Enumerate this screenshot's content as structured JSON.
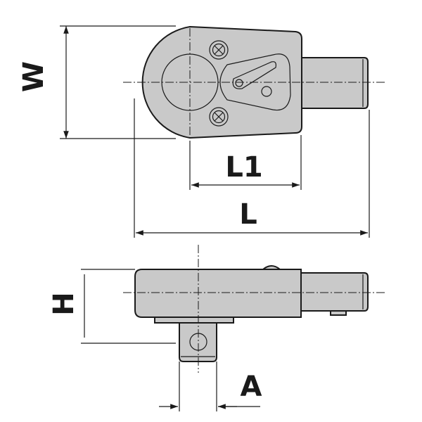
{
  "dimensions": {
    "width_label": "W",
    "length_label": "L",
    "length1_label": "L1",
    "height_label": "H",
    "square_label": "A"
  },
  "colors": {
    "body": "#c9c9c9",
    "line": "#1a1a1a",
    "background": "#ffffff"
  }
}
